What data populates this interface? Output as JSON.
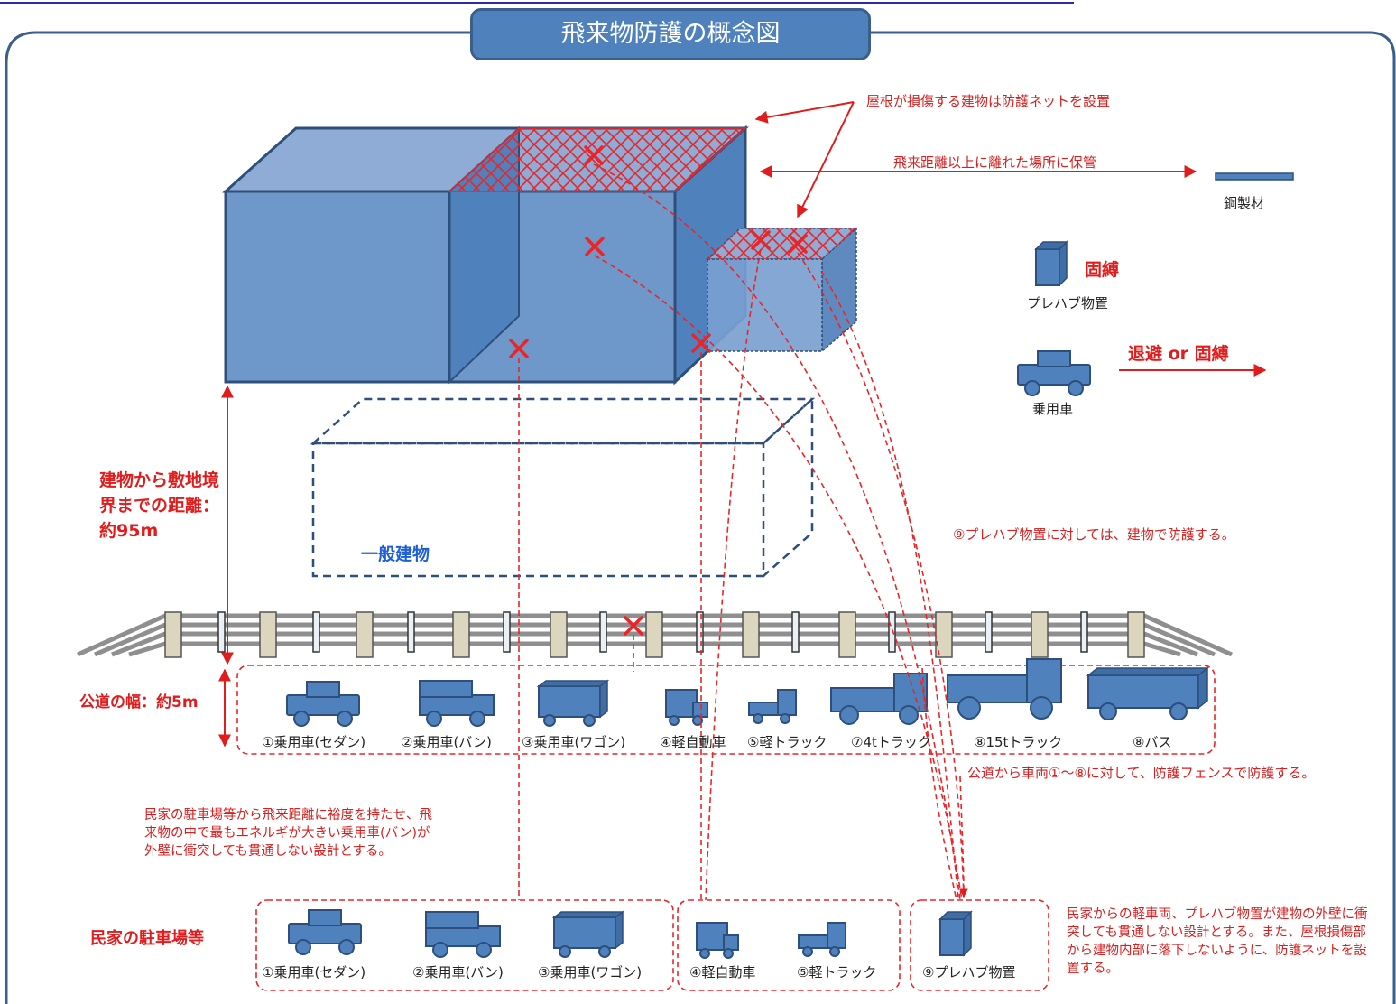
{
  "title": "飛来物防護の概念図",
  "labels": {
    "net_note": "屋根が損傷する建物は防護ネットを設置",
    "storage_note": "飛来距離以上に離れた場所に保管",
    "steel": "鋼製材",
    "prefab_action": "固縛",
    "prefab": "プレハブ物置",
    "car_action": "退避 or 固縛",
    "car": "乗用車",
    "distance": "建物から敷地境界までの距離：約95m",
    "general_building": "一般建物",
    "prefab_protect": "⑨プレハブ物置に対しては、建物で防護する。",
    "road_width": "公道の幅：約5m",
    "fence_note": "公道から車両①～⑧に対して、防護フェンスで防護する。",
    "margin_note": "民家の駐車場等から飛来距離に裕度を持たせ、飛来物の中で最もエネルギが大きい乗用車(バン)が外壁に衝突しても貫通しない設計とする。",
    "parking": "民家の駐車場等",
    "light_note": "民家からの軽車両、プレハブ物置が建物の外壁に衝突しても貫通しない設計とする。また、屋根損傷部から建物内部に落下しないように、防護ネットを設置する。"
  },
  "road_vehicles": [
    {
      "label": "①乗用車(セダン)",
      "icon": "sedan-icon"
    },
    {
      "label": "②乗用車(バン)",
      "icon": "van-icon"
    },
    {
      "label": "③乗用車(ワゴン)",
      "icon": "wagon-icon"
    },
    {
      "label": "④軽自動車",
      "icon": "kei-car-icon"
    },
    {
      "label": "⑤軽トラック",
      "icon": "kei-truck-icon"
    },
    {
      "label": "⑦4tトラック",
      "icon": "truck-4t-icon"
    },
    {
      "label": "⑧15tトラック",
      "icon": "truck-15t-icon"
    },
    {
      "label": "⑧バス",
      "icon": "bus-icon"
    }
  ],
  "parking_vehicles": [
    {
      "label": "①乗用車(セダン)",
      "icon": "sedan-icon"
    },
    {
      "label": "②乗用車(バン)",
      "icon": "van-icon"
    },
    {
      "label": "③乗用車(ワゴン)",
      "icon": "wagon-icon"
    },
    {
      "label": "④軽自動車",
      "icon": "kei-car-icon"
    },
    {
      "label": "⑤軽トラック",
      "icon": "kei-truck-icon"
    },
    {
      "label": "⑨プレハブ物置",
      "icon": "prefab-shed-icon"
    }
  ],
  "colors": {
    "building_fill": "#6e98c9",
    "building_stroke": "#2e4f7c",
    "vehicle": "#4f81bd",
    "accent_red": "#e01c1c",
    "frame": "#3a5f8c"
  }
}
